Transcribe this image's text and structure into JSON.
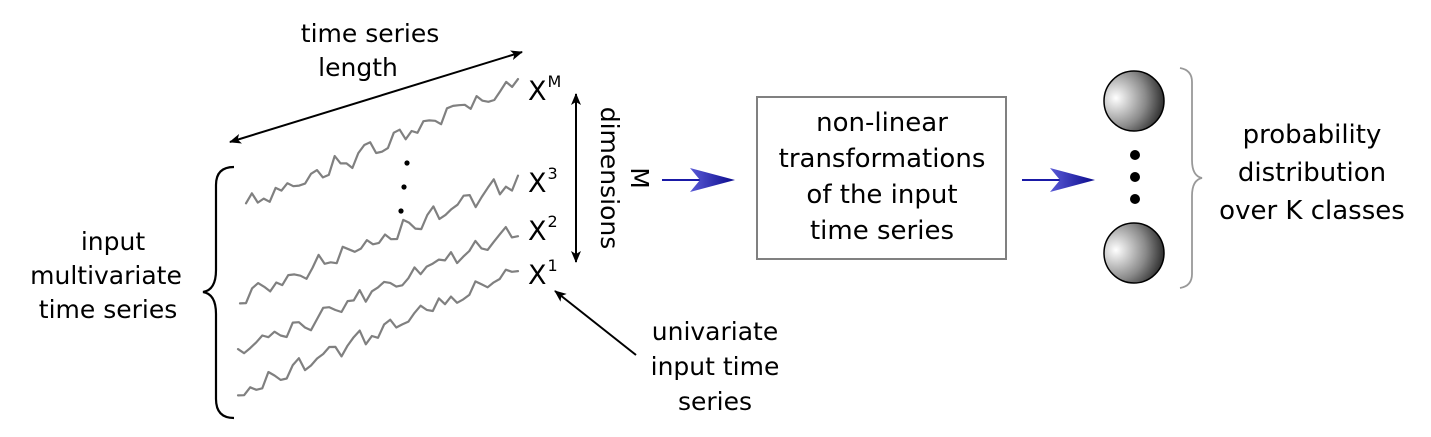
{
  "labels": {
    "length_line1": "time series",
    "length_line2": "length",
    "input_line1": "input",
    "input_line2": "multivariate",
    "input_line3": "time series",
    "dimensions_line1": "M",
    "dimensions_line2": "dimensions",
    "univariate_line1": "univariate",
    "univariate_line2": "input time",
    "univariate_line3": "series",
    "transform_line1": "non-linear",
    "transform_line2": "transformations",
    "transform_line3": "of the input",
    "transform_line4": "time series",
    "output_line1": "probability",
    "output_line2": "distribution",
    "output_line3": "over K classes"
  },
  "series_labels": [
    {
      "base": "X",
      "sup": "M"
    },
    {
      "base": "X",
      "sup": "3"
    },
    {
      "base": "X",
      "sup": "2"
    },
    {
      "base": "X",
      "sup": "1"
    }
  ],
  "colors": {
    "series_line": "#808080",
    "flow_arrow": "#1a1aa6",
    "box_border": "#808080",
    "bracket": "#999999"
  }
}
